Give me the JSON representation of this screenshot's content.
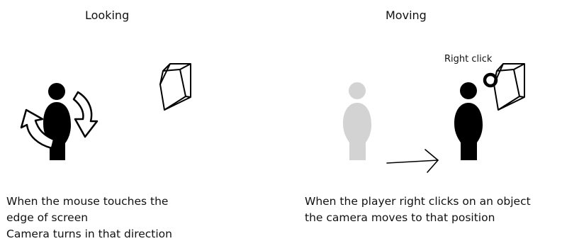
{
  "looking": {
    "title": "Looking",
    "caption": [
      "When the mouse touches the",
      "edge of screen",
      "Camera turns in that direction"
    ]
  },
  "moving": {
    "title": "Moving",
    "click_label": "Right click",
    "caption": [
      "When the player right clicks on an object",
      "the camera moves to that position"
    ]
  }
}
